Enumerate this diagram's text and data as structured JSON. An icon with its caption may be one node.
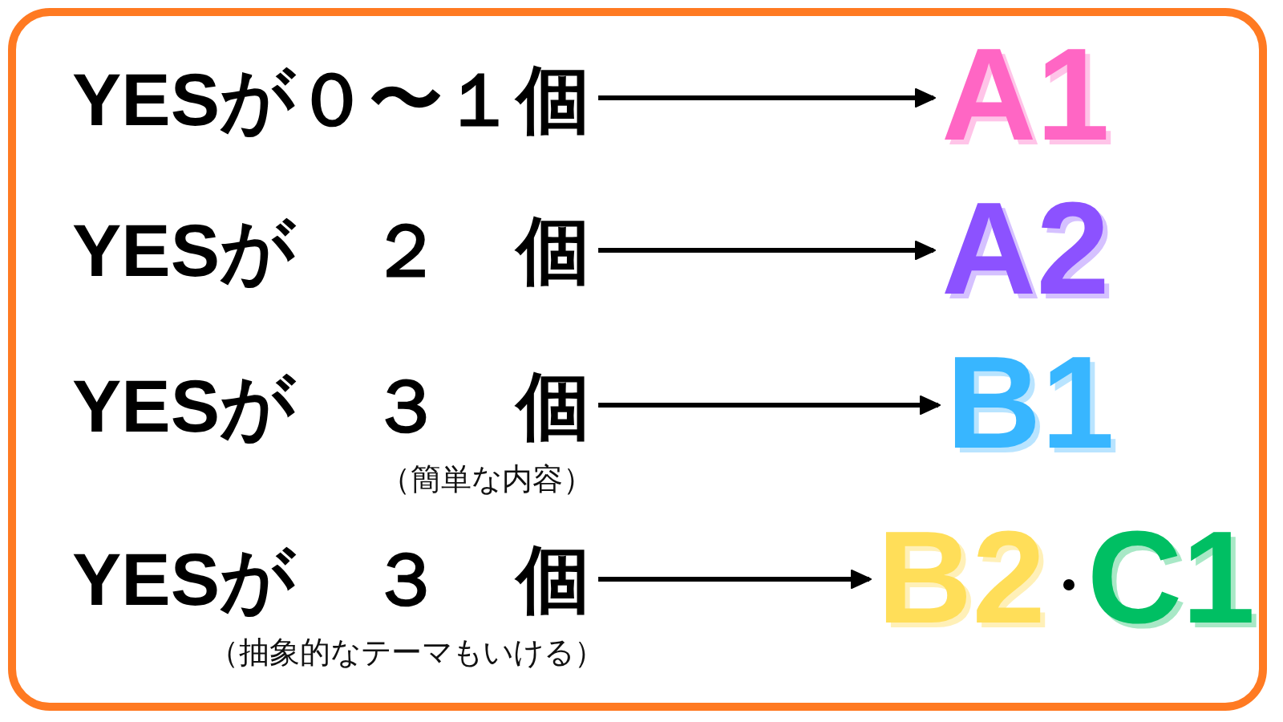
{
  "diagram": {
    "nodes": [
      {
        "text": [],
        "shape": "box"
      },
      {
        "text": [
          "YESが０〜１個"
        ],
        "in": 0
      },
      {
        "text": [
          "A1"
        ],
        "in": 0
      },
      {
        "text": [
          "YESが　２　個"
        ],
        "in": 0
      },
      {
        "text": [
          "A2"
        ],
        "in": 0
      },
      {
        "text": [
          "YESが　３　個"
        ],
        "beside": [
          "（簡単な内容）"
        ],
        "in": 0
      },
      {
        "text": [
          "B1"
        ],
        "in": 0
      },
      {
        "text": [
          "YESが　３　個"
        ],
        "beside": [
          "（抽象的なテーマもいける）"
        ],
        "in": 0
      },
      {
        "text": [
          "B2",
          "C1"
        ],
        "in": 0
      }
    ],
    "edges": [
      {
        "from": 1,
        "to": 2,
        "arrow": "to"
      },
      {
        "from": 3,
        "to": 4,
        "arrow": "to"
      },
      {
        "from": 5,
        "to": 6,
        "arrow": "to"
      },
      {
        "from": 7,
        "to": 8,
        "arrow": "to"
      }
    ]
  }
}
